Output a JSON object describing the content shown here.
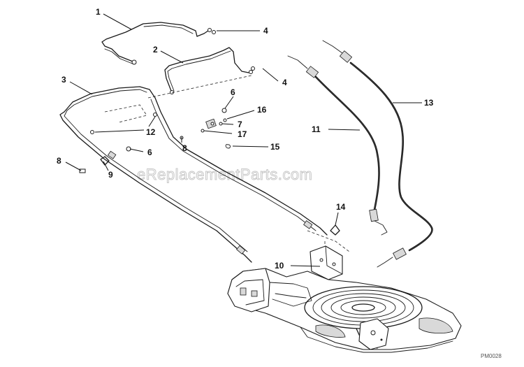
{
  "callouts": {
    "c1": "1",
    "c2": "2",
    "c3": "3",
    "c4a": "4",
    "c4b": "4",
    "c6a": "6",
    "c6b": "6",
    "c7": "7",
    "c8a": "8",
    "c8b": "8",
    "c9": "9",
    "c10": "10",
    "c11": "11",
    "c12": "12",
    "c13": "13",
    "c14": "14",
    "c15": "15",
    "c16": "16",
    "c17": "17"
  },
  "watermark": "eReplacementParts.com",
  "drawing_code": "PM0028"
}
